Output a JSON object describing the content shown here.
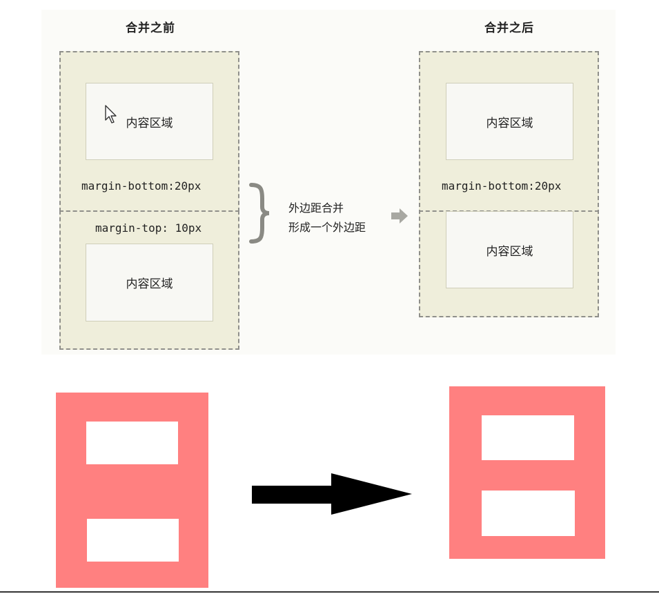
{
  "top_diagram": {
    "before_heading": "合并之前",
    "after_heading": "合并之后",
    "content_area_label": "内容区域",
    "margin_bottom_label": "margin-bottom:20px",
    "margin_top_label": "margin-top: 10px",
    "note_line1": "外边距合并",
    "note_line2": "形成一个外边距"
  },
  "colors": {
    "outer_box": "#efeedb",
    "content_box": "#f8f8f4",
    "pink_box": "#ff8080",
    "arrow": "#000000"
  },
  "icons": {
    "brace": "curly-brace-icon",
    "small_arrow": "right-arrow-icon",
    "cursor": "mouse-cursor-icon",
    "big_arrow": "right-arrow-icon"
  }
}
